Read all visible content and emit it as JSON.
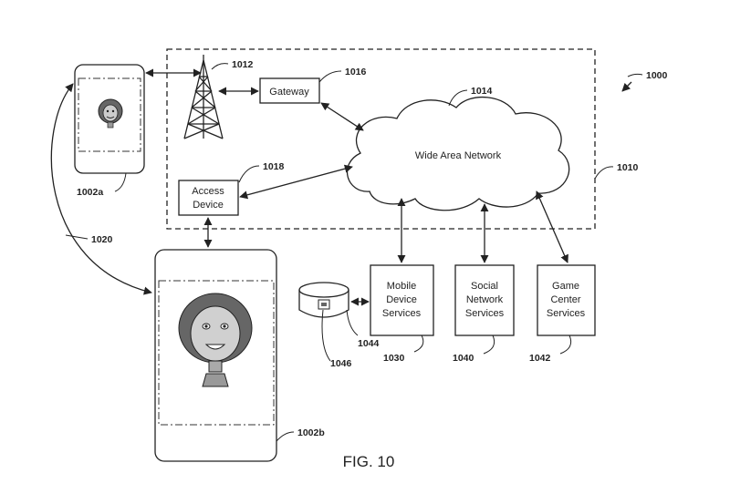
{
  "diagram": {
    "figure_label": "FIG. 10",
    "system_ref": "1000",
    "network_boundary_ref": "1010",
    "nodes": {
      "gateway": {
        "label": "Gateway",
        "ref": "1016"
      },
      "tower": {
        "ref": "1012"
      },
      "wan": {
        "label": "Wide Area Network",
        "ref": "1014"
      },
      "access_device": {
        "label_line1": "Access",
        "label_line2": "Device",
        "ref": "1018"
      },
      "mobile_services": {
        "label_line1": "Mobile",
        "label_line2": "Device",
        "label_line3": "Services",
        "ref": "1030"
      },
      "social_services": {
        "label_line1": "Social",
        "label_line2": "Network",
        "label_line3": "Services",
        "ref": "1040"
      },
      "game_services": {
        "label_line1": "Game",
        "label_line2": "Center",
        "label_line3": "Services",
        "ref": "1042"
      },
      "phone_small": {
        "ref": "1002a"
      },
      "phone_large": {
        "ref": "1002b"
      },
      "reader": {
        "ref": "1044"
      },
      "card": {
        "ref": "1046"
      },
      "transfer_link": {
        "ref": "1020"
      }
    }
  }
}
